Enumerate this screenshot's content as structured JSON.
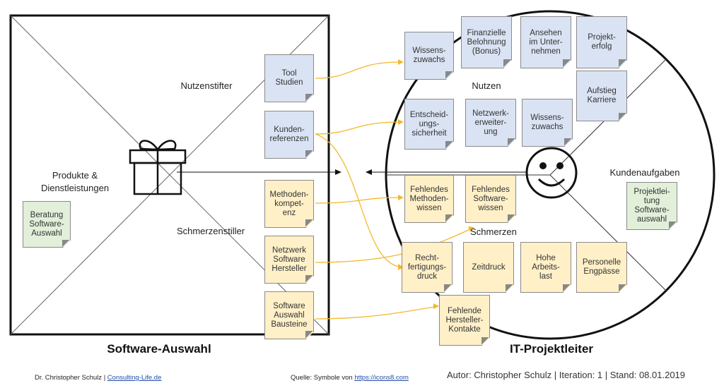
{
  "left_panel": {
    "title": "Software-Auswahl",
    "segment_top": "Nutzenstifter",
    "segment_left": "Produkte &\nDienstleistungen",
    "segment_bottom": "Schmerzenstiller",
    "icon": "gift-icon",
    "gain_creators": [
      "Tool\nStudien",
      "Kunden-\nreferenzen"
    ],
    "pain_relievers": [
      "Methoden-\nkompet-\nenz",
      "Netzwerk\nSoftware\nHersteller",
      "Software\nAuswahl\nBausteine"
    ],
    "products": [
      "Beratung\nSoftware-\nAuswahl"
    ]
  },
  "right_panel": {
    "title": "IT-Projektleiter",
    "segment_top": "Nutzen",
    "segment_bottom": "Schmerzen",
    "segment_right": "Kundenaufgaben",
    "icon": "smiley-face-icon",
    "gains": [
      "Wissens-\nzuwachs",
      "Finanzielle\nBelohnung\n(Bonus)",
      "Ansehen\nim Unter-\nnehmen",
      "Projekt-\nerfolg",
      "Aufstieg\nKarriere",
      "Entscheid-\nungs-\nsicherheit",
      "Netzwerk-\nerweiter-\nung",
      "Wissens-\nzuwachs"
    ],
    "pains": [
      "Fehlendes\nMethoden-\nwissen",
      "Fehlendes\nSoftware-\nwissen",
      "Recht-\nfertigungs-\ndruck",
      "Zeitdruck",
      "Hohe\nArbeits-\nlast",
      "Personelle\nEngpässe",
      "Fehlende\nHersteller-\nKontakte"
    ],
    "jobs": [
      "Projektlei-\ntung\nSoftware-\nauswahl"
    ]
  },
  "footer": {
    "author_name": "Dr. Christopher Schulz",
    "separator": "|",
    "author_link": "Consulting-Life.de",
    "source_prefix": "Quelle: Symbole von",
    "source_link": "https://icons8.com",
    "meta": "Autor: Christopher Schulz | Iteration: 1 | Stand: 08.01.2019"
  },
  "colors": {
    "gain_note": "#dae3f3",
    "pain_note": "#fff0c8",
    "product_note": "#e2efd9",
    "connector": "#f2b92b",
    "frame": "#111111"
  }
}
